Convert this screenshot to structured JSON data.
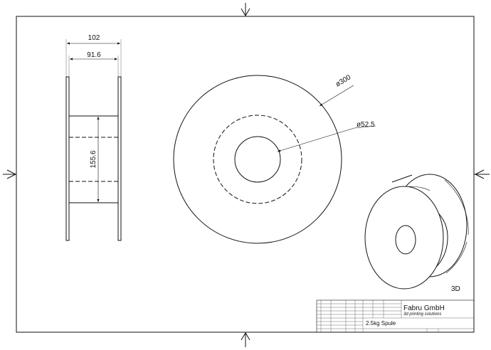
{
  "drawing": {
    "dimensions": {
      "overall_width": "102",
      "inner_width": "91.6",
      "hub_diameter": "155.6",
      "outer_diameter": "ø300",
      "bore_diameter": "ø52.5"
    },
    "view_label": "3D",
    "title_block": {
      "company": "Fabru GmbH",
      "tagline": "3d printing solutions",
      "part_name": "2.5kg Spule"
    }
  }
}
